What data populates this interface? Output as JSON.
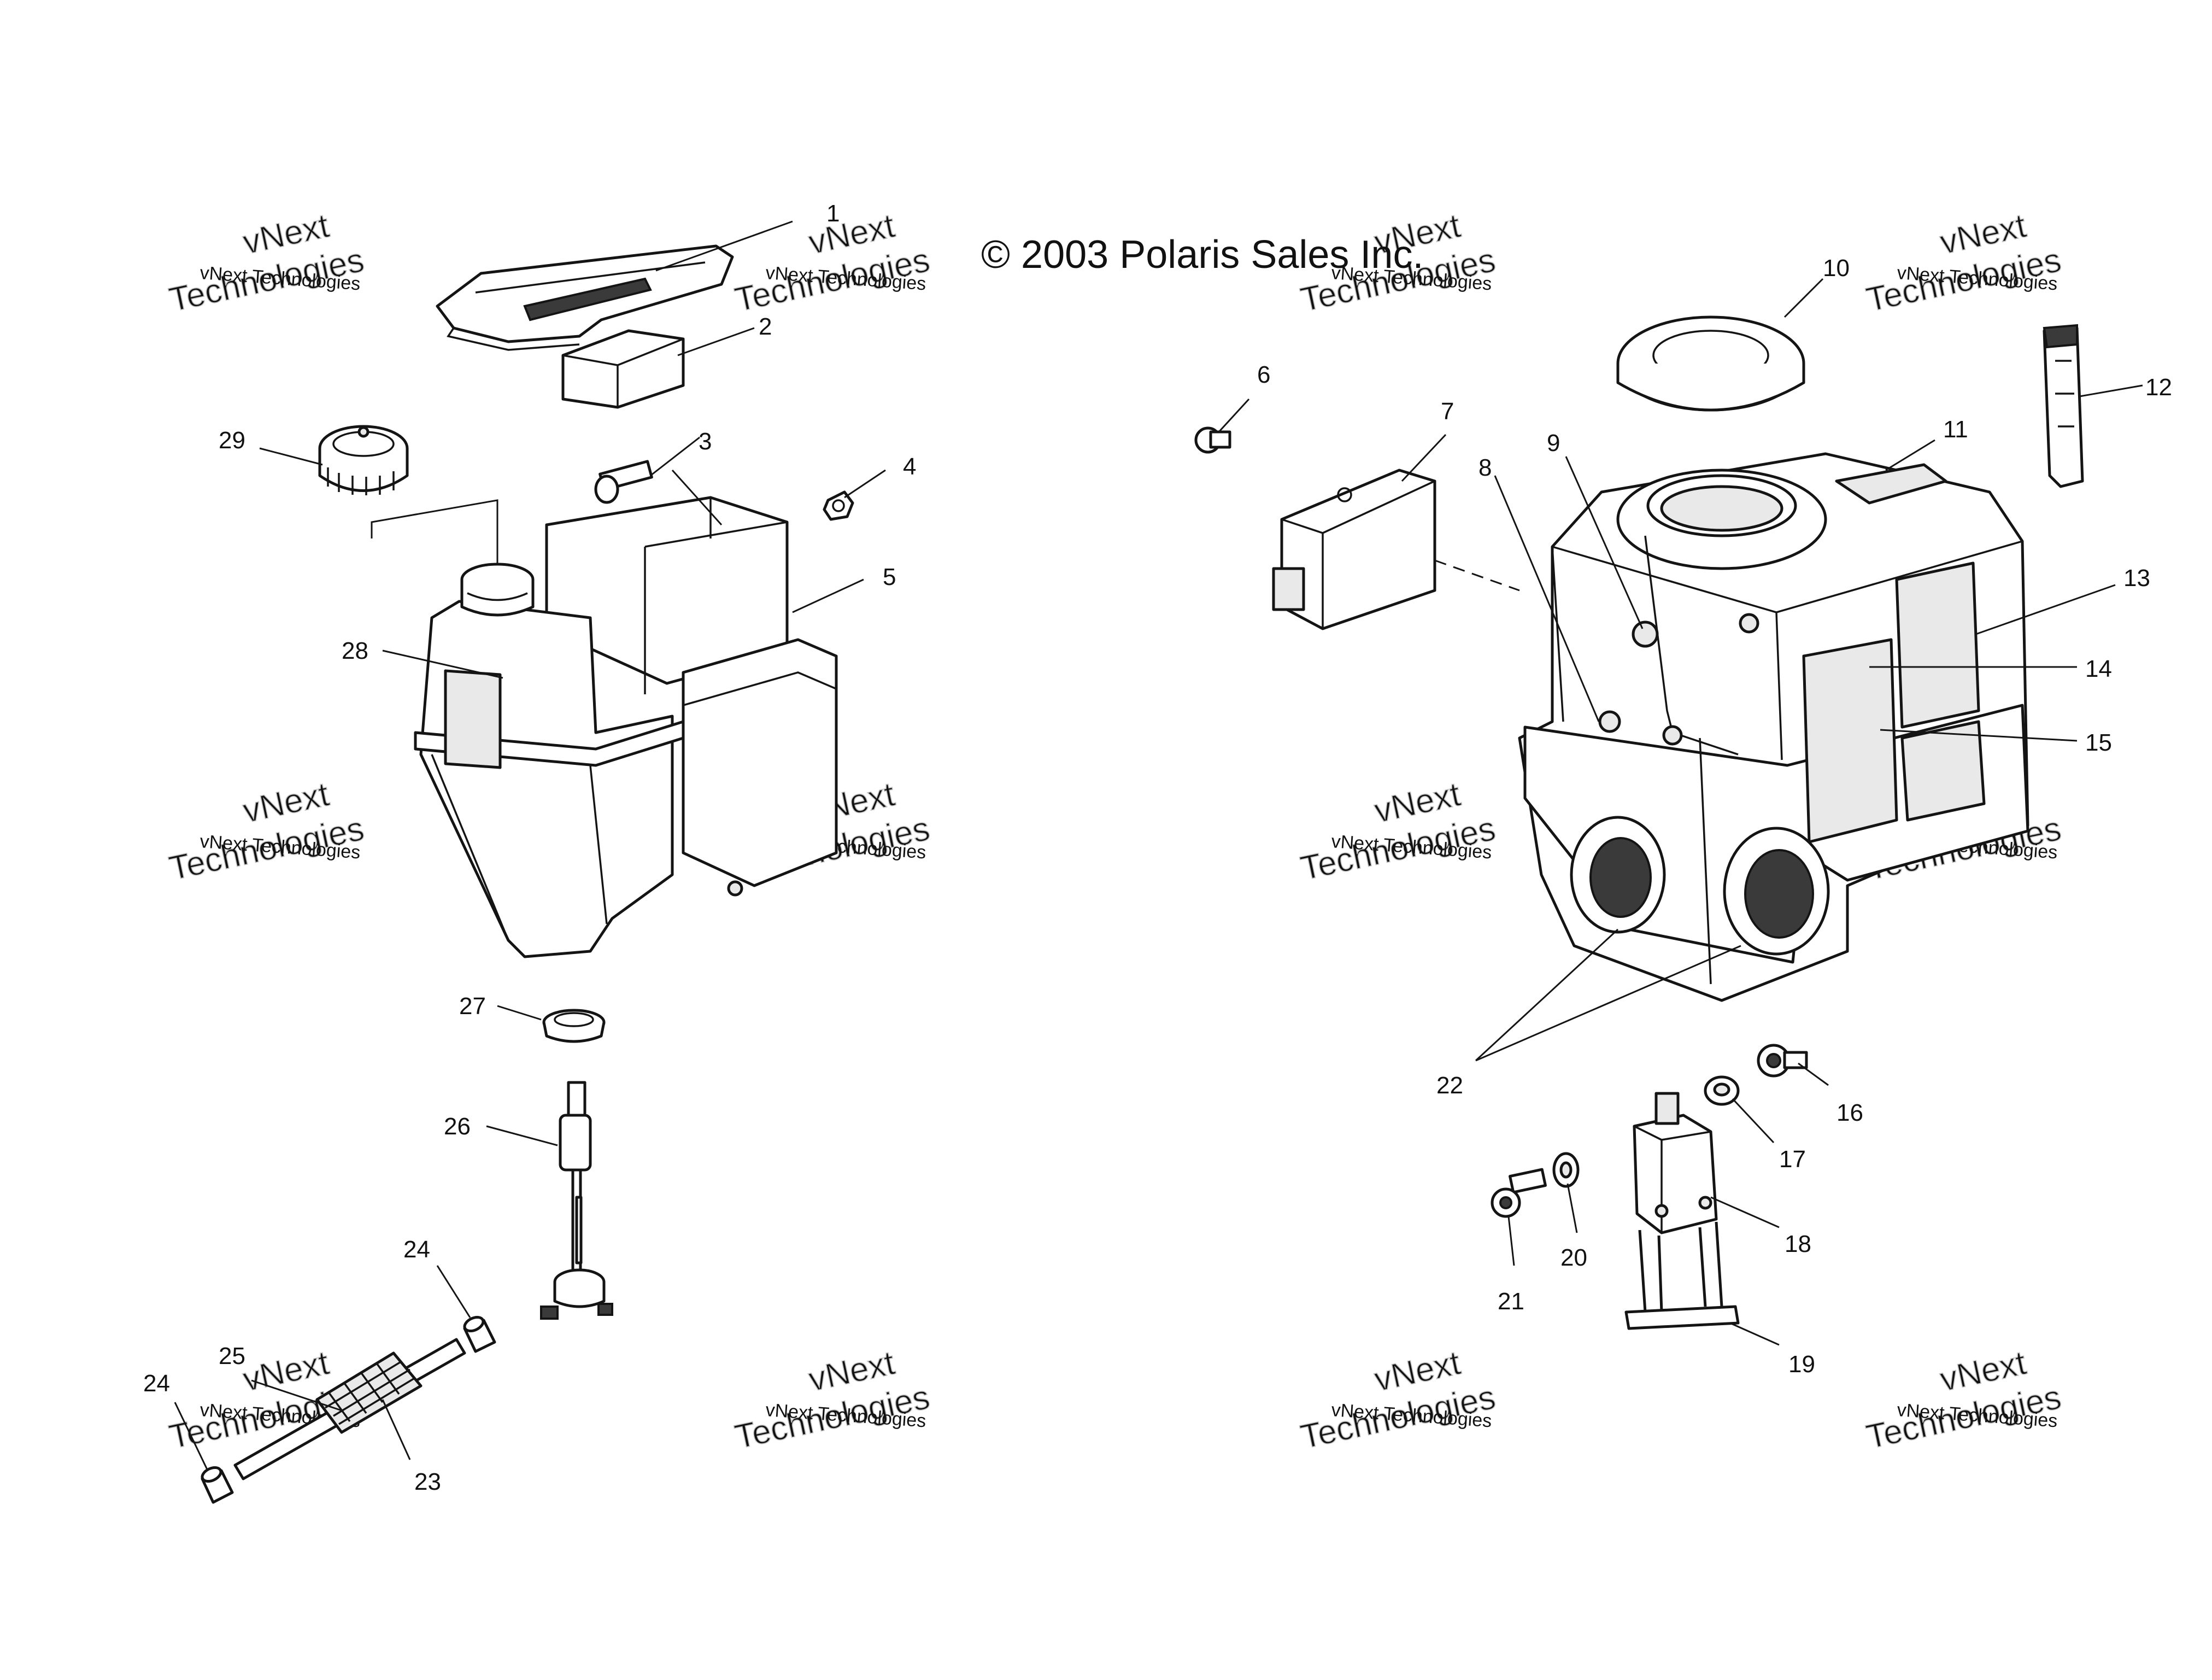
{
  "copyright": "© 2003 Polaris Sales Inc.",
  "watermark": {
    "line_small": "vNext Technologies",
    "line_large_1": "vNext",
    "line_large_2": "Technologies"
  },
  "callouts": {
    "c1": "1",
    "c2": "2",
    "c3": "3",
    "c4": "4",
    "c5": "5",
    "c6": "6",
    "c7": "7",
    "c8": "8",
    "c9": "9",
    "c10": "10",
    "c11": "11",
    "c12": "12",
    "c13": "13",
    "c14": "14",
    "c15": "15",
    "c16": "16",
    "c17": "17",
    "c18": "18",
    "c19": "19",
    "c20": "20",
    "c21": "21",
    "c22": "22",
    "c23": "23",
    "c24a": "24",
    "c24b": "24",
    "c25": "25",
    "c26": "26",
    "c27": "27",
    "c28": "28",
    "c29": "29"
  }
}
